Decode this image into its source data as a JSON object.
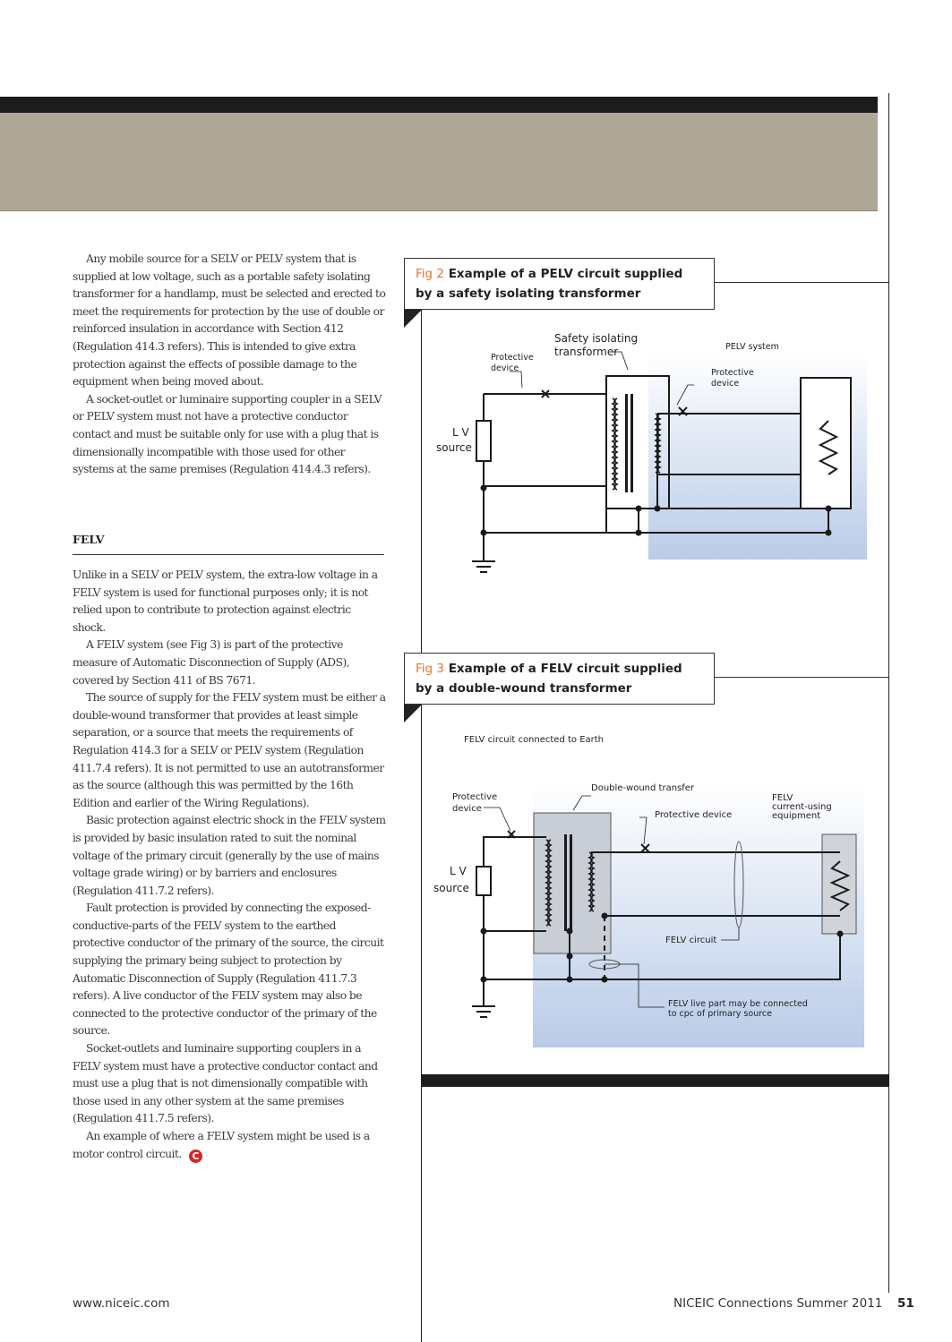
{
  "body_paragraphs_top": [
    "Any mobile source for a SELV or PELV system that is supplied at low voltage, such as a portable safety isolating transformer for a handlamp, must be selected and erected to meet the requirements for protection by the use of double or reinforced insulation in accordance with Section 412 (Regulation 414.3 refers). This is intended to give extra protection against the effects of possible damage to the equipment when being moved about.",
    "A socket-outlet or luminaire supporting coupler in a SELV or PELV system must not have a protective conductor contact and must be suitable only for use with a plug that is dimensionally incompatible with those used for other systems at the same premises (Regulation 414.4.3 refers)."
  ],
  "section_heading": "FELV",
  "body_paragraphs_bottom": [
    "Unlike in a SELV or PELV system, the extra-low voltage in a FELV system is used for functional purposes only; it is not relied upon to contribute to protection against electric shock.",
    "A FELV system (see Fig 3) is part of the protective measure of Automatic Disconnection of Supply (ADS), covered by Section 411 of BS 7671.",
    "The source of supply for the FELV system must be either a double-wound transformer that provides at least simple separation, or a source that meets the requirements of Regulation 414.3 for a SELV or PELV system (Regulation 411.7.4 refers). It is not permitted to use an autotransformer as the source (although this was permitted by the 16th Edition and earlier of the Wiring Regulations).",
    "Basic protection against electric shock in the FELV system is provided by basic insulation rated to suit the nominal voltage of the primary circuit (generally by the use of mains voltage grade wiring) or by barriers and enclosures (Regulation 411.7.2 refers).",
    "Fault protection is provided by connecting the exposed-conductive-parts of the FELV system to the earthed protective conductor of the primary of the source, the circuit supplying the primary being subject to protection by Automatic Disconnection of Supply (Regulation 411.7.3 refers). A live conductor of the FELV system may also be connected to the protective conductor of the primary of the source.",
    "Socket-outlets and luminaire supporting couplers in a FELV system must have a protective conductor contact and must use a plug that is not dimensionally compatible with those used in any other system at the same premises (Regulation 411.7.5 refers).",
    "An example of where a FELV system might be used is a motor control circuit."
  ],
  "end_mark": "C",
  "fig2": {
    "number": "Fig 2",
    "title_line1": "Example of a PELV circuit supplied",
    "title_line2": "by a safety isolating transformer",
    "labels": {
      "transformer_1": "Safety isolating",
      "transformer_2": "transformer",
      "pelv_system": "PELV system",
      "protective_device_left_1": "Protective",
      "protective_device_left_2": "device",
      "protective_device_right_1": "Protective",
      "protective_device_right_2": "device",
      "lv": "L V",
      "source": "source"
    }
  },
  "fig3": {
    "number": "Fig 3",
    "title_line1": "Example of a FELV circuit supplied",
    "title_line2": "by a double-wound transformer",
    "labels": {
      "caption": "FELV circuit connected to Earth",
      "double_wound": "Double-wound transfer",
      "protective_device_left_1": "Protective",
      "protective_device_left_2": "device",
      "protective_device_mid": "Protective device",
      "felv_equipment_1": "FELV",
      "felv_equipment_2": "current-using",
      "felv_equipment_3": "equipment",
      "lv": "L V",
      "source": "source",
      "felv_circuit": "FELV circuit",
      "live_part_1": "FELV live part may be connected",
      "live_part_2": "to cpc of primary source"
    }
  },
  "footer": {
    "website": "www.niceic.com",
    "publication": "NICEIC Connections Summer 2011",
    "page_number": "51"
  },
  "colors": {
    "header_band": "#b0a896",
    "fig_number": "#e8762d",
    "diagram_fill": "#b9cbe8",
    "end_mark": "#d8262b"
  }
}
